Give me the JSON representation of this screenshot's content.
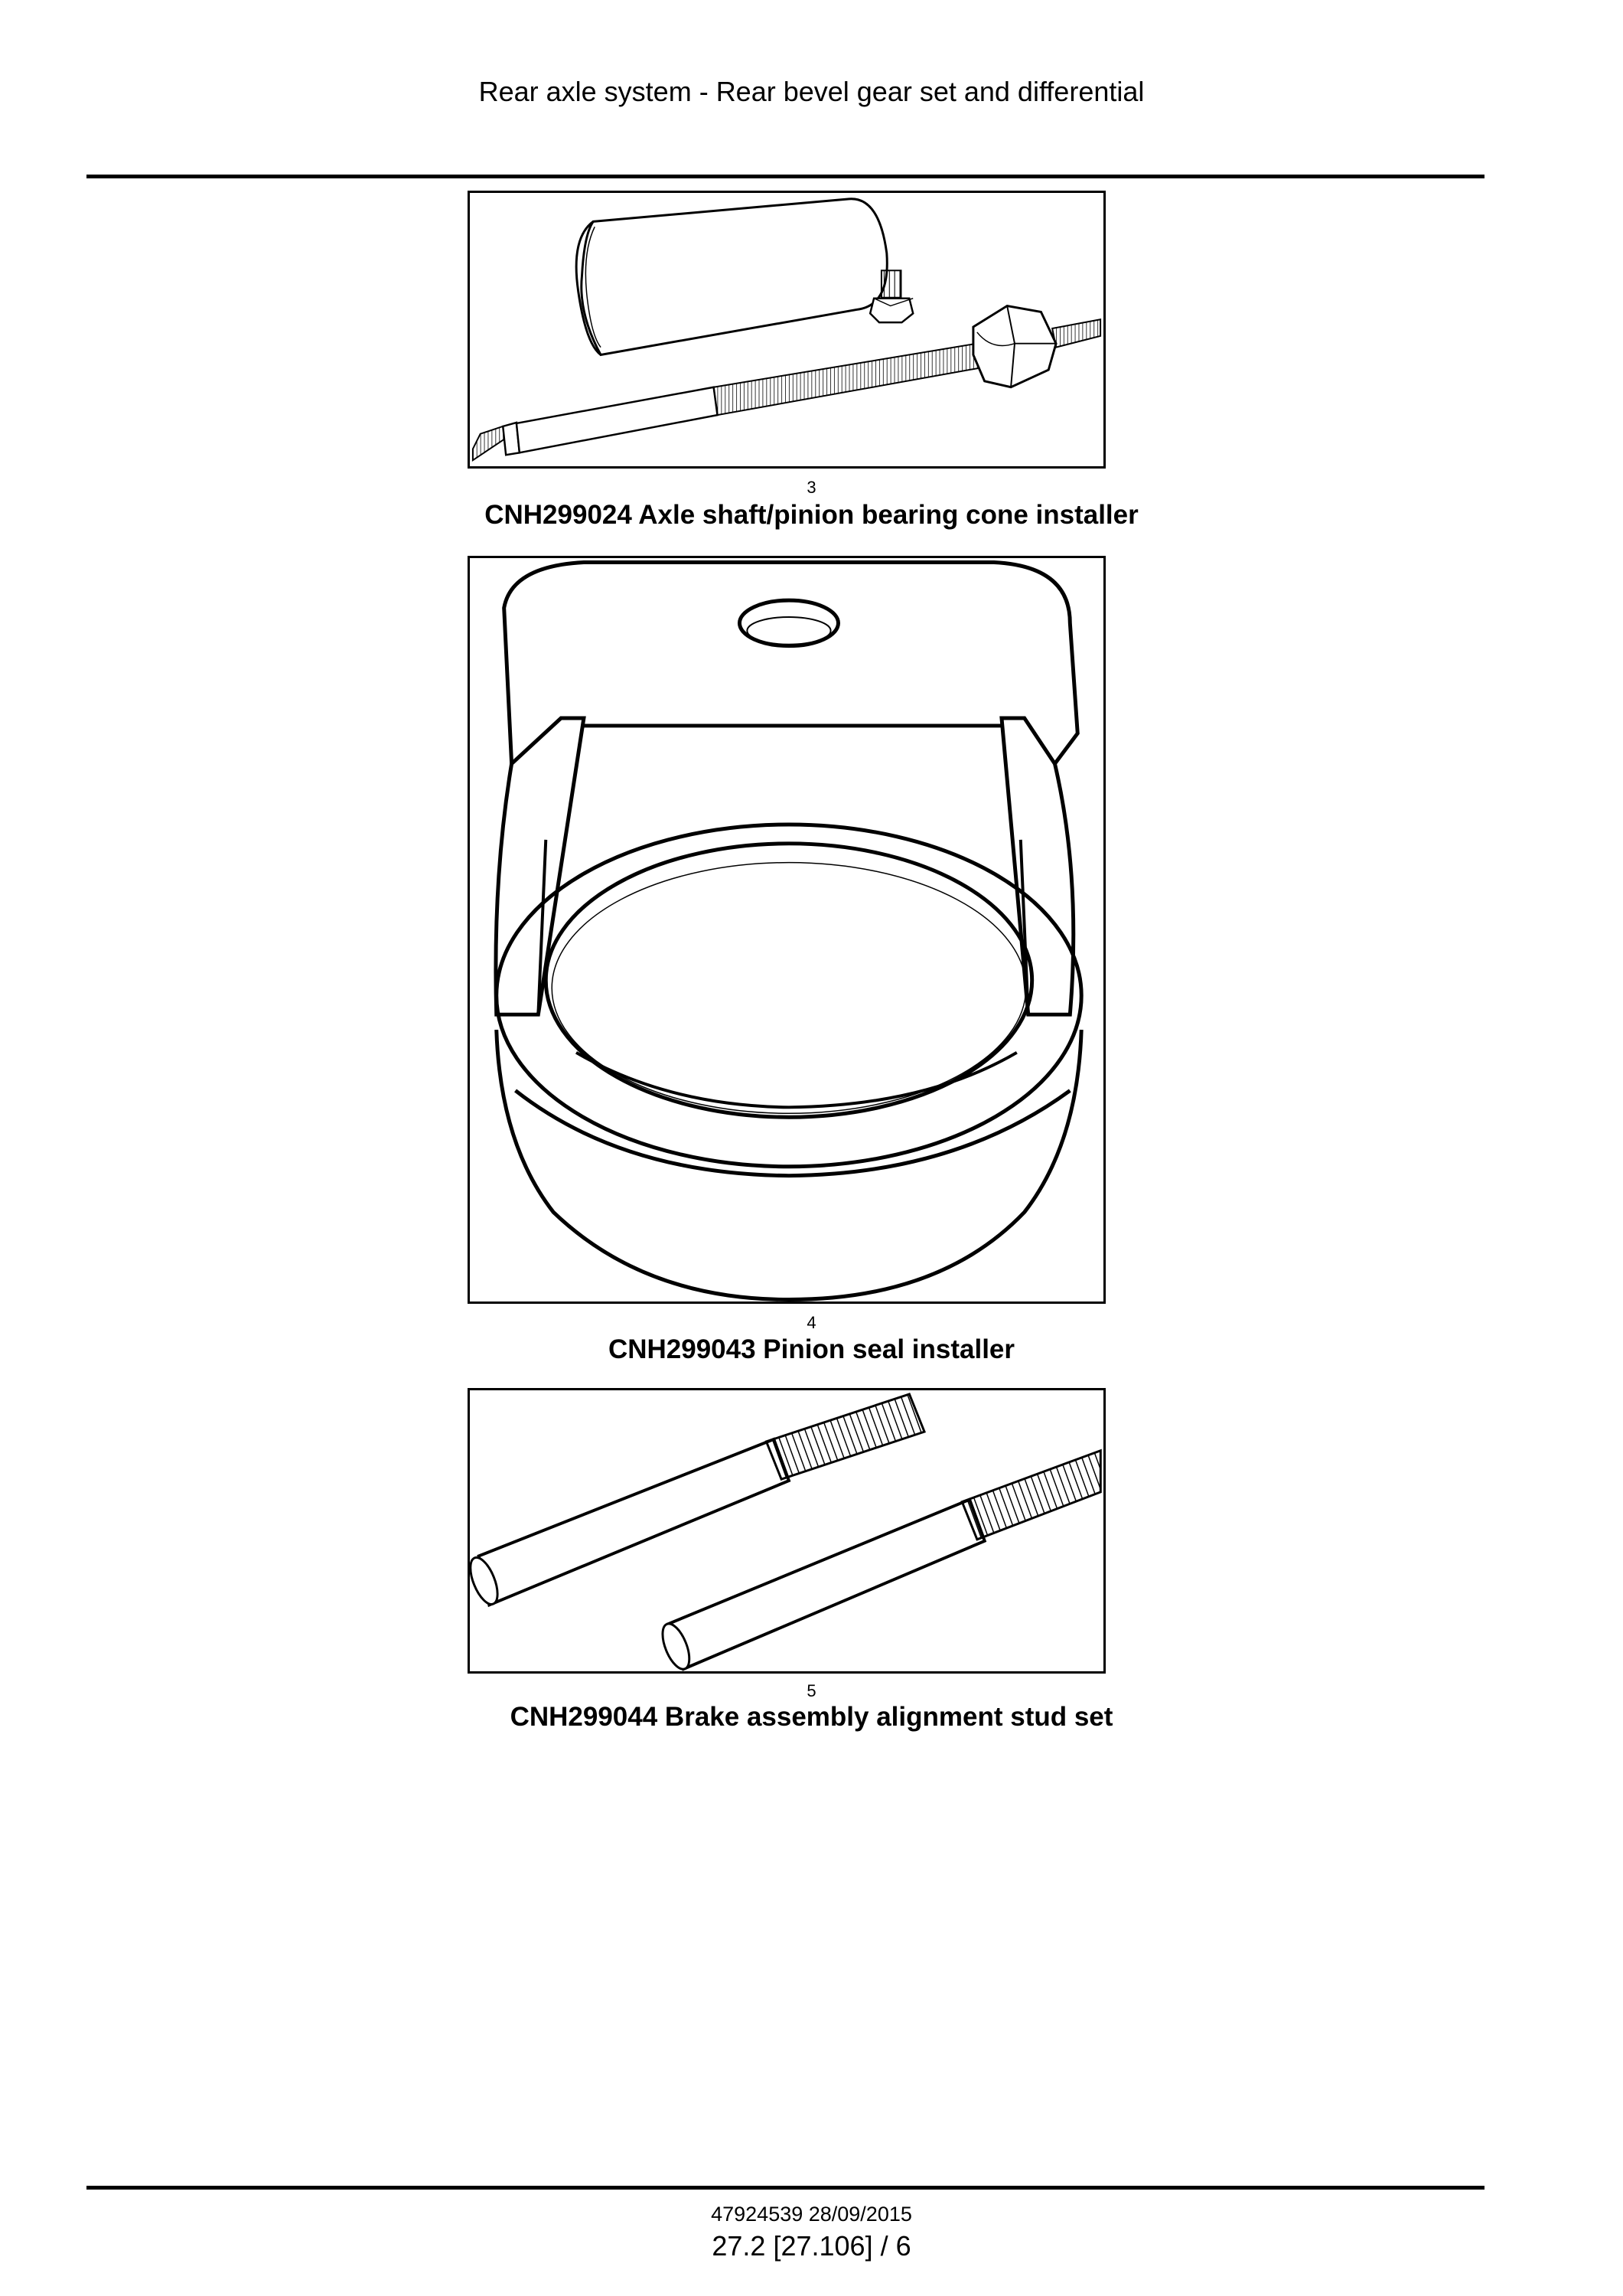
{
  "header": {
    "title": "Rear axle system - Rear bevel gear set and differential"
  },
  "figures": [
    {
      "number": "3",
      "caption": "CNH299024 Axle shaft/pinion bearing cone installer",
      "icon": "bearing-cone-installer-illustration"
    },
    {
      "number": "4",
      "caption": "CNH299043 Pinion seal installer",
      "icon": "pinion-seal-installer-illustration"
    },
    {
      "number": "5",
      "caption": "CNH299044 Brake assembly alignment stud set",
      "icon": "alignment-stud-set-illustration"
    }
  ],
  "footer": {
    "doc_id": "47924539 28/09/2015",
    "page_ref": "27.2 [27.106] / 6"
  }
}
